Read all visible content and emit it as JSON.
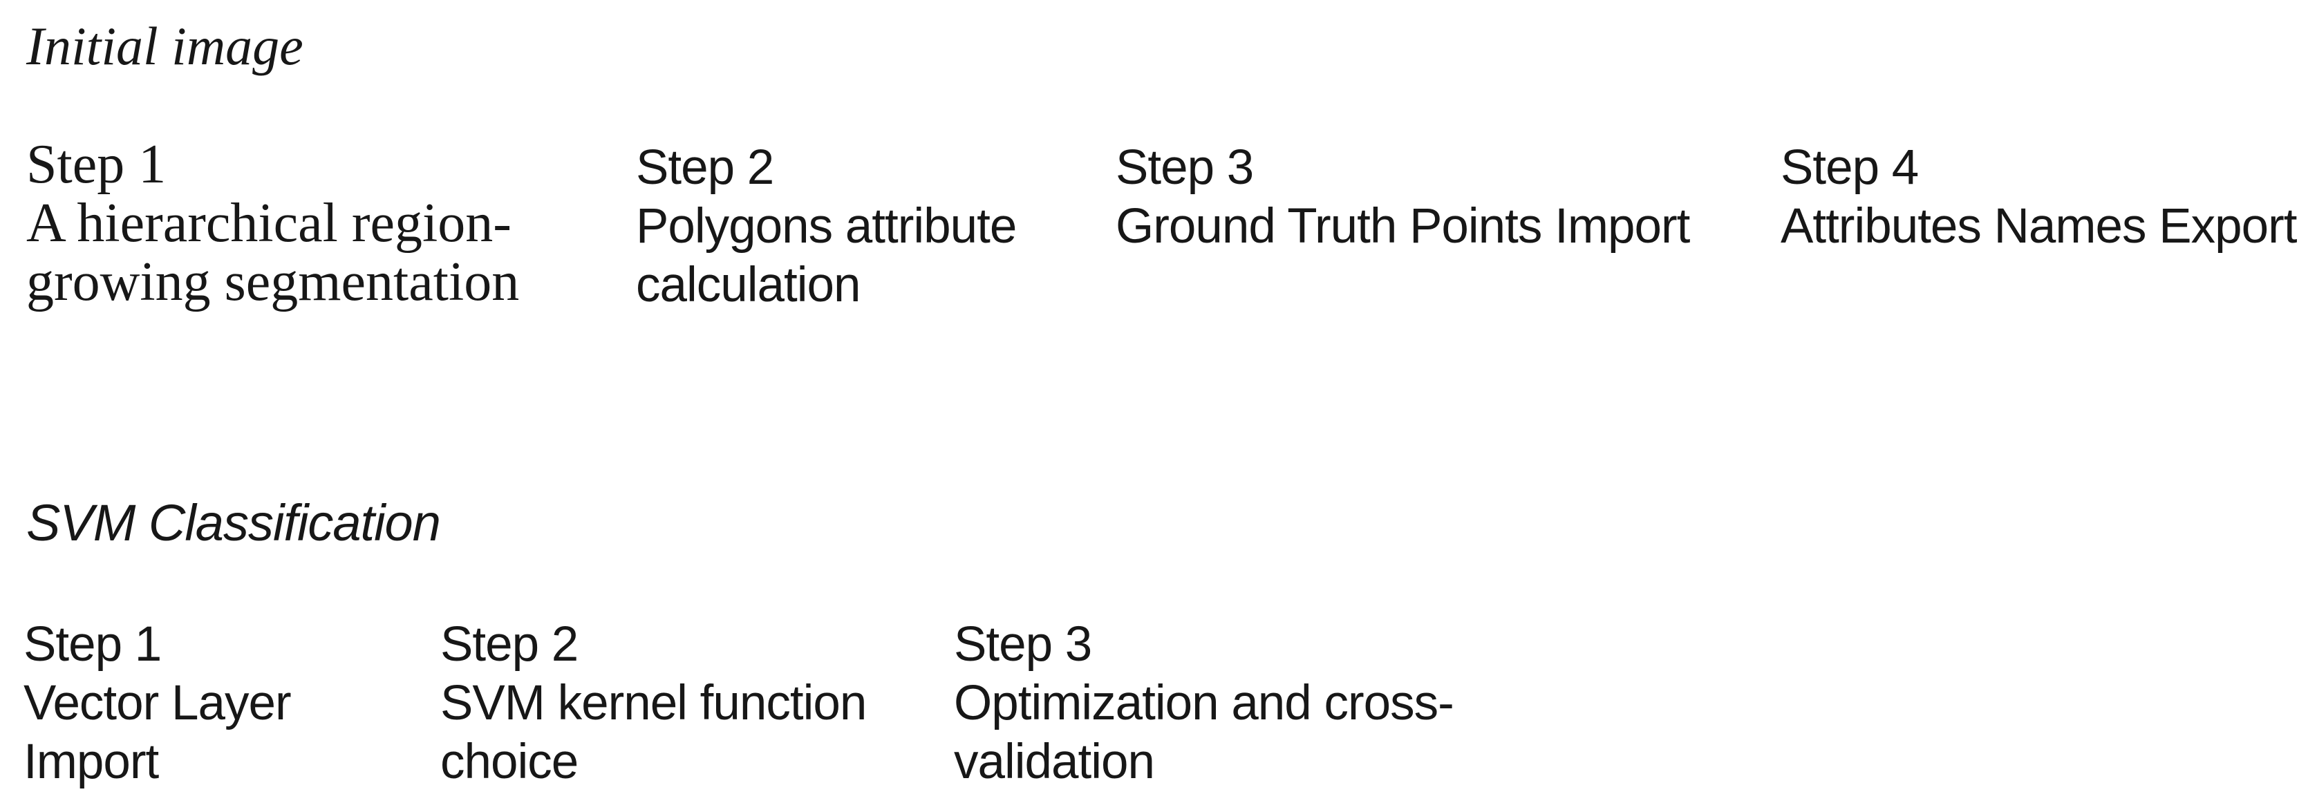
{
  "page": {
    "background_color": "#ffffff",
    "text_color": "#171717"
  },
  "sections": [
    {
      "label": "Initial image",
      "steps": [
        {
          "title": "Step 1",
          "description": "A hierarchical region-\ngrowing segmentation"
        },
        {
          "title": "Step 2",
          "description": "Polygons attribute\ncalculation"
        },
        {
          "title": "Step 3",
          "description": "Ground Truth Points Import"
        },
        {
          "title": "Step 4",
          "description": "Attributes Names Export"
        }
      ]
    },
    {
      "label": "SVM Classification",
      "steps": [
        {
          "title": "Step 1",
          "description": "Vector Layer\nImport"
        },
        {
          "title": "Step 2",
          "description": "SVM kernel function\nchoice"
        },
        {
          "title": "Step 3",
          "description": "Optimization and cross-\nvalidation"
        }
      ]
    }
  ]
}
